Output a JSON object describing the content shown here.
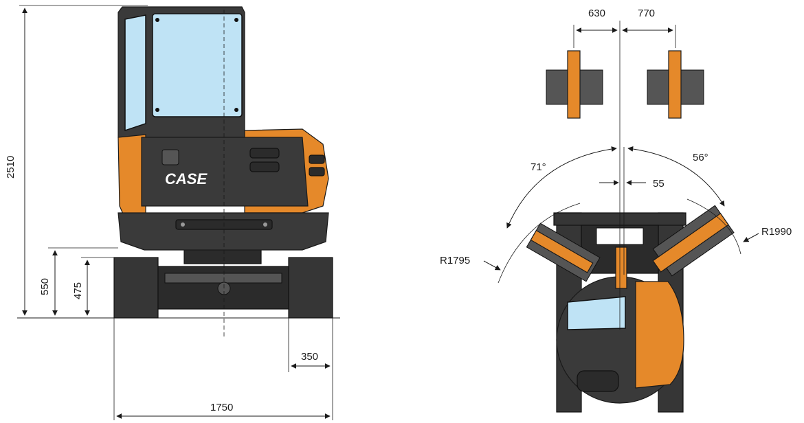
{
  "brand": {
    "logo_text": "CASE"
  },
  "rear_view": {
    "dim_overall_height": "2510",
    "dim_counterweight_clearance": "550",
    "dim_ground_clearance_upper": "475",
    "dim_track_width": "350",
    "dim_overall_width": "1750"
  },
  "top_view": {
    "dim_offset_left": "630",
    "dim_offset_right": "770",
    "dim_swing_left_angle": "71°",
    "dim_swing_right_angle": "56°",
    "dim_center_offset": "55",
    "dim_radius_left": "R1795",
    "dim_radius_right": "R1990"
  },
  "colors": {
    "machine_orange": "#e5892a",
    "machine_dark": "#3a3a3a",
    "cab_glass": "#bfe3f5"
  }
}
